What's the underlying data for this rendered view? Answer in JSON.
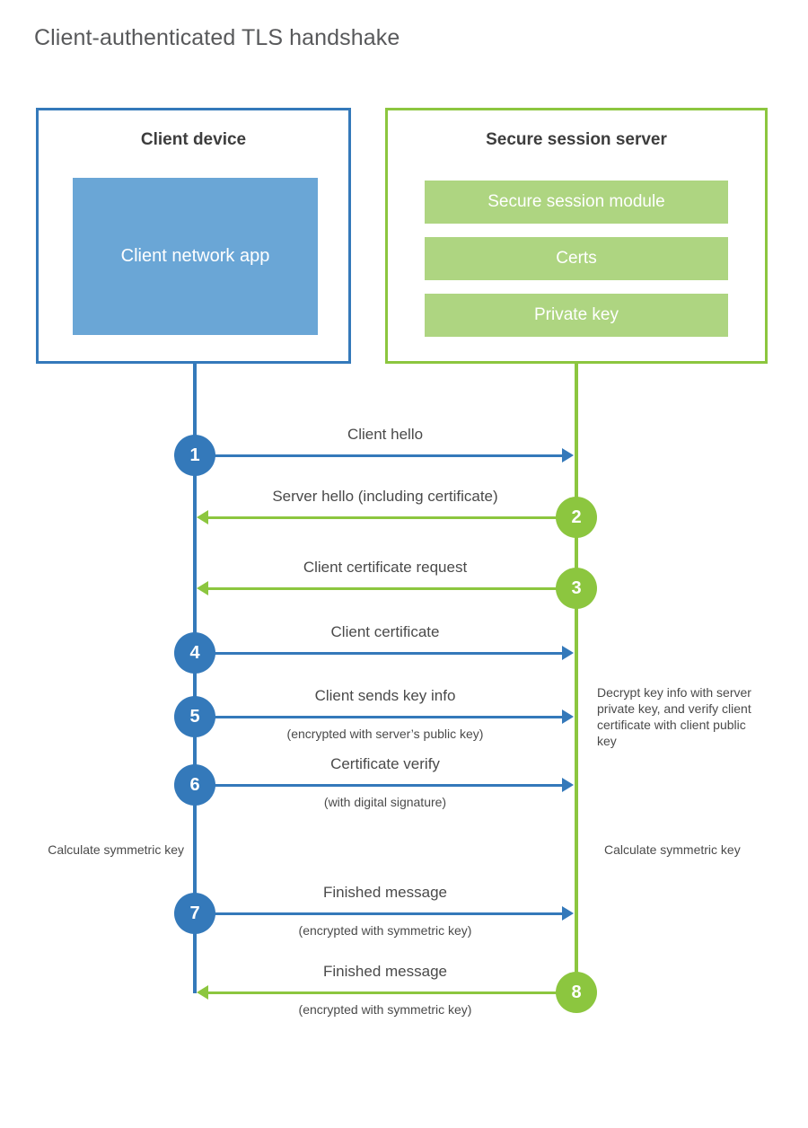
{
  "title": "Client-authenticated TLS handshake",
  "participants": {
    "client": {
      "title": "Client device",
      "app_block": "Client network app",
      "accent_color": "#3479ba",
      "block_color": "#6aa6d6"
    },
    "server": {
      "title": "Secure session server",
      "accent_color": "#8cc63f",
      "block_color": "#aed581",
      "blocks": [
        "Secure session module",
        "Certs",
        "Private key"
      ]
    }
  },
  "steps": [
    {
      "number": "1",
      "label": "Client hello",
      "sublabel": "",
      "direction": "client-to-server",
      "color": "#3479ba"
    },
    {
      "number": "2",
      "label": "Server hello (including certificate)",
      "sublabel": "",
      "direction": "server-to-client",
      "color": "#8cc63f"
    },
    {
      "number": "3",
      "label": "Client certificate request",
      "sublabel": "",
      "direction": "server-to-client",
      "color": "#8cc63f"
    },
    {
      "number": "4",
      "label": "Client certificate",
      "sublabel": "",
      "direction": "client-to-server",
      "color": "#3479ba"
    },
    {
      "number": "5",
      "label": "Client sends key info",
      "sublabel": "(encrypted with server’s public key)",
      "direction": "client-to-server",
      "color": "#3479ba"
    },
    {
      "number": "6",
      "label": "Certificate verify",
      "sublabel": "(with digital signature)",
      "direction": "client-to-server",
      "color": "#3479ba"
    },
    {
      "number": "7",
      "label": "Finished message",
      "sublabel": "(encrypted with symmetric key)",
      "direction": "client-to-server",
      "color": "#3479ba"
    },
    {
      "number": "8",
      "label": "Finished message",
      "sublabel": "(encrypted with symmetric key)",
      "direction": "server-to-client",
      "color": "#8cc63f"
    }
  ],
  "annotations": {
    "decrypt_note": "Decrypt key info with server private key, and verify client certificate with client public key",
    "client_calc_note": "Calculate symmetric key",
    "server_calc_note": "Calculate symmetric key"
  }
}
